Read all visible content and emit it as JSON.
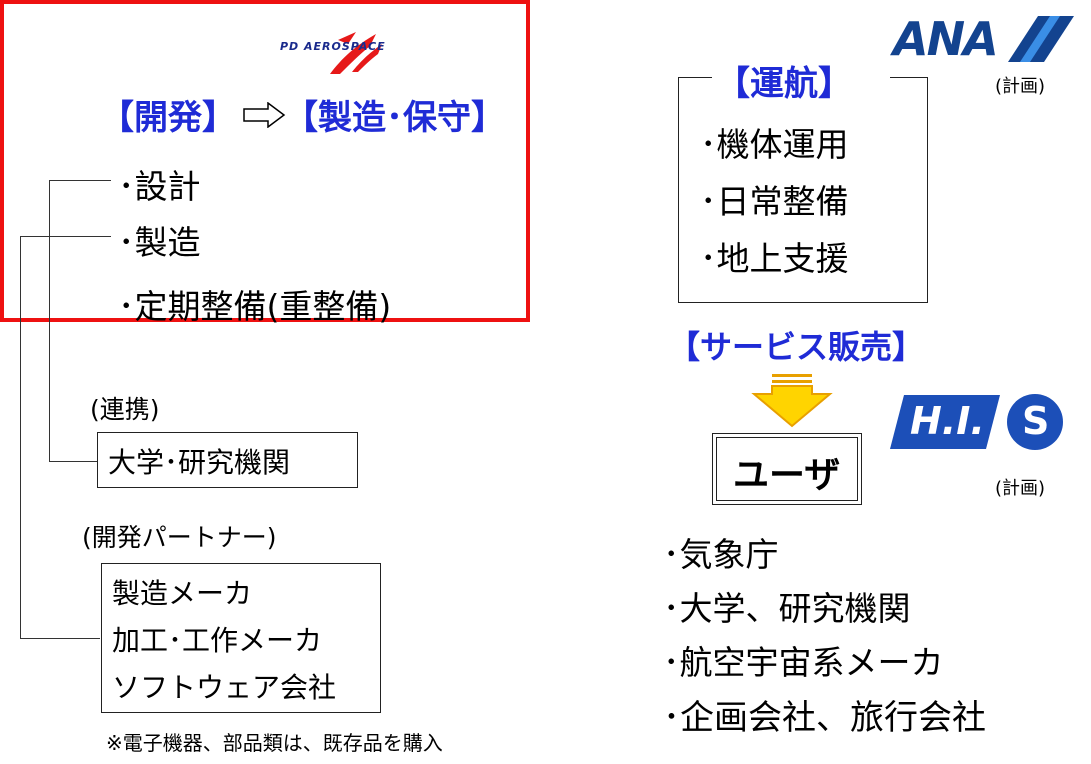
{
  "logos": {
    "pd_aerospace": "PD AEROSPACE",
    "ana": "ANA",
    "his_left": "H.I.",
    "his_right": "S",
    "ana_plan": "(計画)",
    "his_plan": "(計画)"
  },
  "colors": {
    "accent_blue": "#1f2bd6",
    "frame_red": "#ee1111",
    "ana_blue": "#13438f",
    "his_blue": "#1c4fb8",
    "arrow_yellow": "#ffd400",
    "arrow_orange": "#e8a000"
  },
  "development": {
    "heading_dev": "【開発】",
    "heading_mfg": "【製造･保守】",
    "items": [
      "･設計",
      "･製造",
      "･定期整備(重整備)"
    ]
  },
  "partners": {
    "collab_label": "(連携)",
    "university_box": "大学･研究機関",
    "dev_partner_label": "(開発パートナー)",
    "partner_items": [
      "製造メーカ",
      "加工･工作メーカ",
      "ソフトウェア会社"
    ],
    "note": "※電子機器、部品類は、既存品を購入"
  },
  "operations": {
    "heading": "【運航】",
    "items": [
      "･機体運用",
      "･日常整備",
      "･地上支援"
    ]
  },
  "sales": {
    "heading": "【サービス販売】",
    "user_box": "ユーザ",
    "users": [
      "･気象庁",
      "･大学、研究機関",
      "･航空宇宙系メーカ",
      "･企画会社、旅行会社"
    ]
  }
}
